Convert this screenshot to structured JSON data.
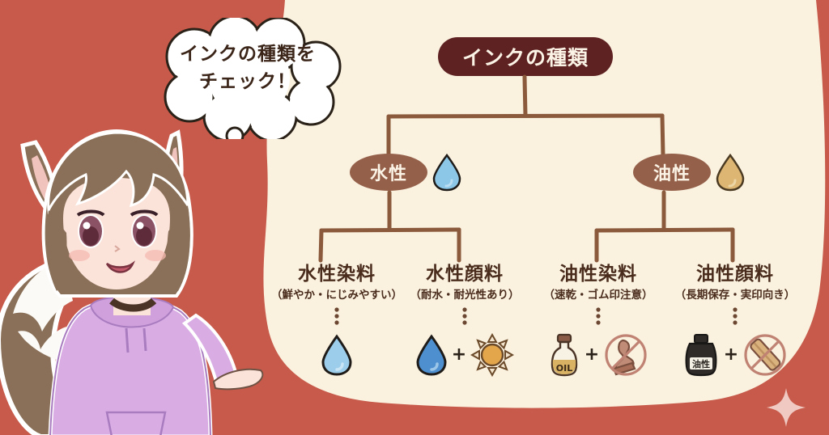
{
  "theme": {
    "background_red": "#C75A4A",
    "panel_cream": "#FAF1DF",
    "title_maroon": "#5E2222",
    "node_brown": "#95604A",
    "line_brown": "#8B5A3C",
    "text_brown": "#4A2C1C",
    "water_blue": "#9CCDEA",
    "water_blue_dark": "#4E8FD0",
    "oil_tan": "#DBB46E",
    "sun_orange": "#E3A64B",
    "hoodie_purple": "#D9ADE4",
    "hair_brown": "#8A7058",
    "sparkle_pink": "#EFC9C2"
  },
  "thought_bubble": {
    "name": "thought-bubble",
    "text": "インクの種類を\nチェック！"
  },
  "character": {
    "name": "cat-girl-character",
    "description": "猫耳の女の子"
  },
  "diagram": {
    "title": "インクの種類",
    "categories": [
      {
        "label": "水性",
        "icon": "water-drop-icon"
      },
      {
        "label": "油性",
        "icon": "oil-drop-icon"
      }
    ],
    "leaves": [
      {
        "title": "水性染料",
        "subtitle": "（鮮やか・にじみやすい）",
        "icons": [
          "light-water-drop-icon"
        ],
        "parent": "水性"
      },
      {
        "title": "水性顔料",
        "subtitle": "（耐水・耐光性あり）",
        "icons": [
          "dark-water-drop-icon",
          "plus-sign",
          "sun-icon"
        ],
        "parent": "水性"
      },
      {
        "title": "油性染料",
        "subtitle": "（速乾・ゴム印注意）",
        "icons": [
          "oil-bottle-icon",
          "plus-sign",
          "no-rubber-stamp-icon"
        ],
        "parent": "油性"
      },
      {
        "title": "油性顔料",
        "subtitle": "（長期保存・実印向き）",
        "icons": [
          "black-ink-bottle-icon",
          "plus-sign",
          "no-wooden-hanko-icon"
        ],
        "parent": "油性"
      }
    ],
    "plus_symbol": "+",
    "oil_bottle_label": "OIL",
    "ink_bottle_label": "油性"
  },
  "decorations": {
    "sparkle": "sparkle-icon"
  }
}
